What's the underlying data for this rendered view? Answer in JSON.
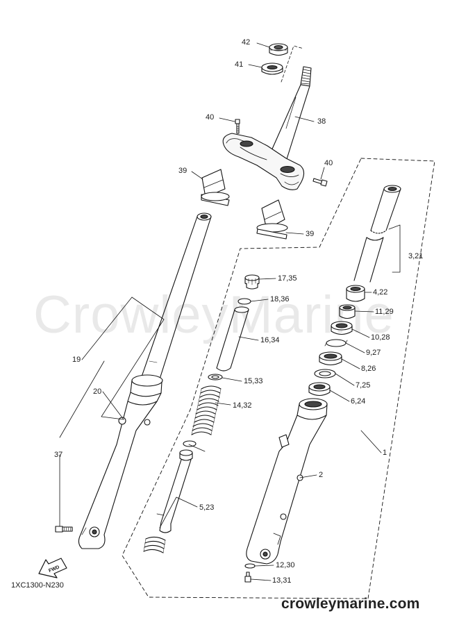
{
  "watermark": "CrowleyMarine",
  "figure_code": "1XC1300-N230",
  "website": "crowleymarine.com",
  "fwd_label": "FWD",
  "labels": [
    {
      "id": "42",
      "text": "42"
    },
    {
      "id": "41",
      "text": "41"
    },
    {
      "id": "40a",
      "text": "40"
    },
    {
      "id": "38",
      "text": "38"
    },
    {
      "id": "40b",
      "text": "40"
    },
    {
      "id": "39a",
      "text": "39"
    },
    {
      "id": "39b",
      "text": "39"
    },
    {
      "id": "3",
      "text": "3,21"
    },
    {
      "id": "4",
      "text": "4,22"
    },
    {
      "id": "17",
      "text": "17,35"
    },
    {
      "id": "18",
      "text": "18,36"
    },
    {
      "id": "11",
      "text": "11,29"
    },
    {
      "id": "10",
      "text": "10,28"
    },
    {
      "id": "16",
      "text": "16,34"
    },
    {
      "id": "9",
      "text": "9,27"
    },
    {
      "id": "19",
      "text": "19"
    },
    {
      "id": "8",
      "text": "8,26"
    },
    {
      "id": "15",
      "text": "15,33"
    },
    {
      "id": "7",
      "text": "7,25"
    },
    {
      "id": "20",
      "text": "20"
    },
    {
      "id": "6",
      "text": "6,24"
    },
    {
      "id": "14",
      "text": "14,32"
    },
    {
      "id": "1",
      "text": "1"
    },
    {
      "id": "37",
      "text": "37"
    },
    {
      "id": "2",
      "text": "2"
    },
    {
      "id": "5",
      "text": "5,23"
    },
    {
      "id": "12",
      "text": "12,30"
    },
    {
      "id": "13",
      "text": "13,31"
    }
  ]
}
